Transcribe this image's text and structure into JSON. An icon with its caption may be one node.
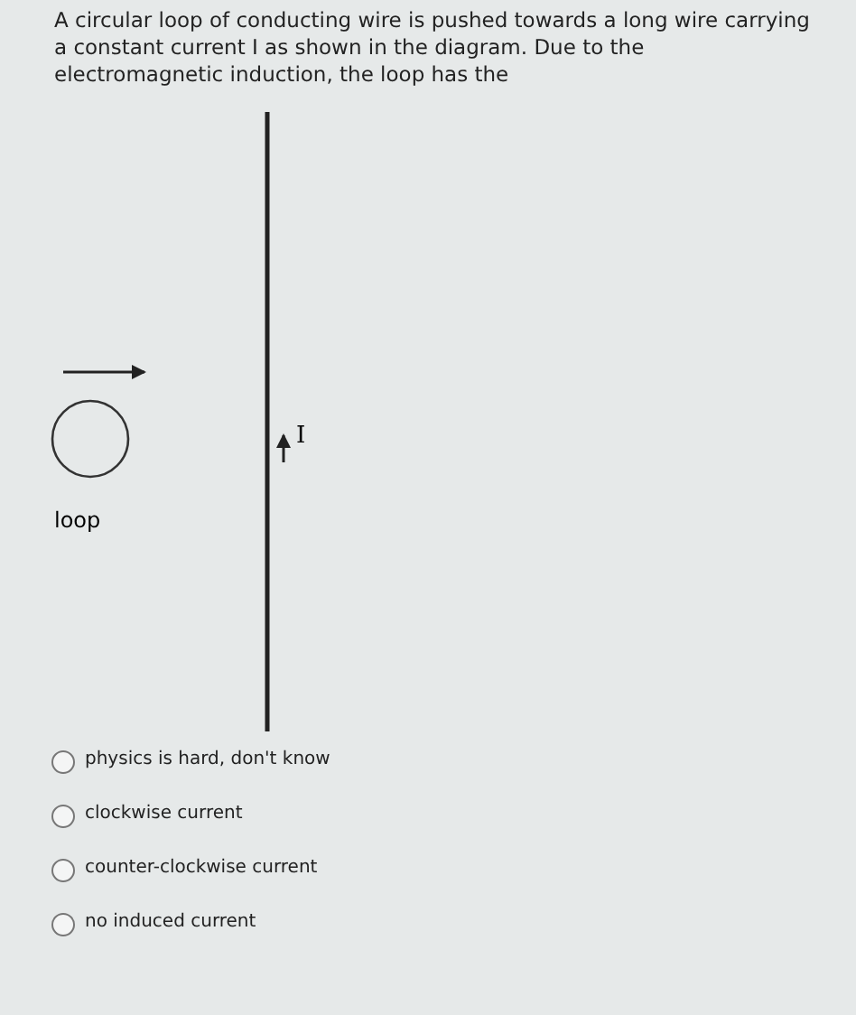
{
  "diagram": {
    "title": "A circular loop of conducting wire is pushed towards a long wire carrying a constant current I as shown in the diagram. Due to the electromagnetic induction, the loop has the",
    "nodes": [
      {
        "text": [],
        "shape": "circle",
        "beside": [
          "loop"
        ]
      },
      {
        "text": [],
        "shape": "bar",
        "beside": [
          "I"
        ]
      }
    ],
    "edges": [],
    "labels": [
      "physics is hard, don't know",
      "clockwise current",
      "counter-clockwise current",
      "no induced current"
    ]
  }
}
